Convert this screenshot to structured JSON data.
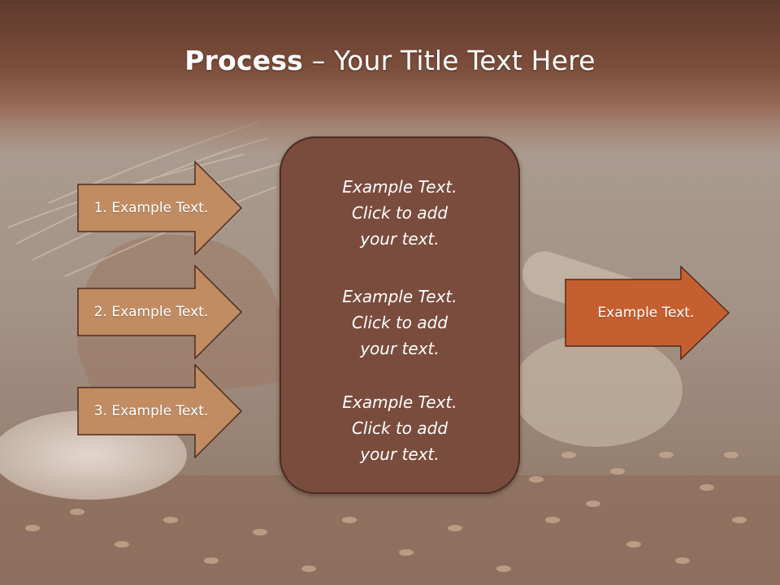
{
  "slide": {
    "title_bold": "Process",
    "title_rest": " – Your Title Text Here"
  },
  "left_arrows": [
    {
      "label": "1. Example Text."
    },
    {
      "label": "2. Example Text."
    },
    {
      "label": "3. Example Text."
    }
  ],
  "center_box": {
    "blocks": [
      {
        "line1": "Example Text.",
        "line2": "Click  to add",
        "line3": "your text."
      },
      {
        "line1": "Example Text.",
        "line2": "Click  to add",
        "line3": "your text."
      },
      {
        "line1": "Example Text.",
        "line2": "Click  to add",
        "line3": "your text."
      }
    ]
  },
  "right_arrow": {
    "label": "Example Text."
  },
  "colors": {
    "title_band": "#6b4232",
    "left_arrow_fill": "#c18c62",
    "center_box_fill": "#7a4c3d",
    "right_arrow_fill": "#c65f30"
  }
}
